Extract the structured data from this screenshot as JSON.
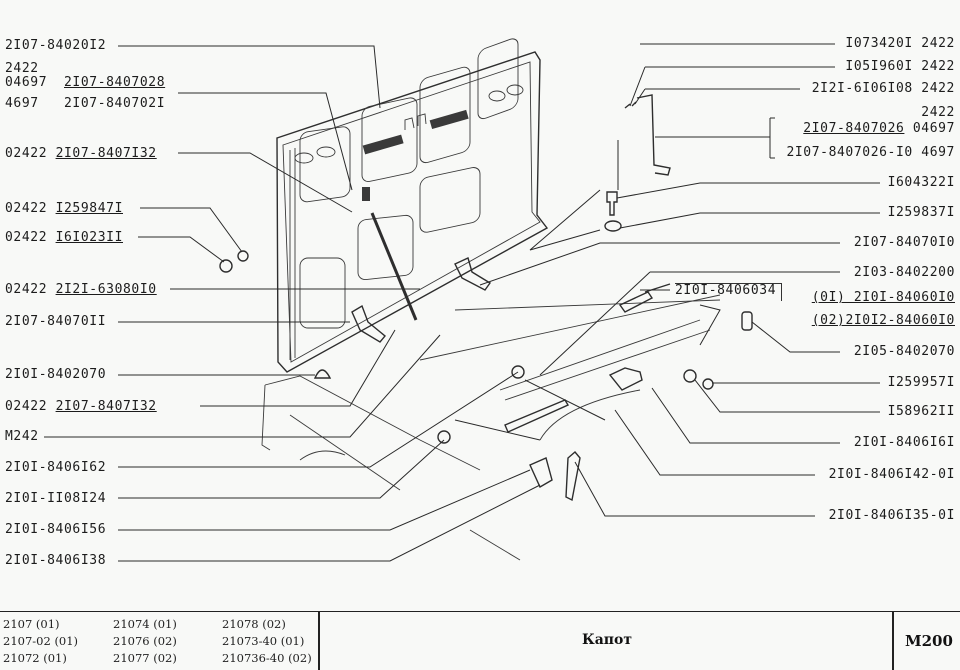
{
  "diagram": {
    "subject": "Hood (Капот) assembly exploded view",
    "left_labels": [
      {
        "id": "l1",
        "prefix": "",
        "part": "2I07-84020I2",
        "struck": false
      },
      {
        "id": "l2a",
        "prefix": "2422",
        "part": "",
        "struck": false
      },
      {
        "id": "l2b",
        "prefix": "04697",
        "part": "2I07-8407028",
        "struck": true
      },
      {
        "id": "l2c",
        "prefix": "4697",
        "part": "2I07-840702I",
        "struck": false
      },
      {
        "id": "l3",
        "prefix": "02422",
        "part": "2I07-8407I32",
        "struck": true
      },
      {
        "id": "l4",
        "prefix": "02422",
        "part": "I259847I",
        "struck": true
      },
      {
        "id": "l5",
        "prefix": "02422",
        "part": "I6I023II",
        "struck": true
      },
      {
        "id": "l6",
        "prefix": "02422",
        "part": "2I2I-63080I0",
        "struck": true
      },
      {
        "id": "l7",
        "prefix": "",
        "part": "2I07-84070II",
        "struck": false
      },
      {
        "id": "l8",
        "prefix": "",
        "part": "2I0I-8402070",
        "struck": false
      },
      {
        "id": "l9",
        "prefix": "02422",
        "part": "2I07-8407I32",
        "struck": true
      },
      {
        "id": "l10",
        "prefix": "",
        "part": "M242",
        "struck": false
      },
      {
        "id": "l11",
        "prefix": "",
        "part": "2I0I-8406I62",
        "struck": false
      },
      {
        "id": "l12",
        "prefix": "",
        "part": "2I0I-II08I24",
        "struck": false
      },
      {
        "id": "l13",
        "prefix": "",
        "part": "2I0I-8406I56",
        "struck": false
      },
      {
        "id": "l14",
        "prefix": "",
        "part": "2I0I-8406I38",
        "struck": false
      }
    ],
    "right_labels": [
      {
        "id": "r1",
        "part": "I073420I",
        "suffix": "2422",
        "struck": false
      },
      {
        "id": "r2",
        "part": "I05I960I",
        "suffix": "2422",
        "struck": false
      },
      {
        "id": "r3",
        "part": "2I2I-6I06I08",
        "suffix": "2422",
        "struck": false
      },
      {
        "id": "r4a",
        "part": "",
        "suffix": "2422",
        "struck": false
      },
      {
        "id": "r4b",
        "part": "2I07-8407026",
        "suffix": "04697",
        "struck": true
      },
      {
        "id": "r4c",
        "part": "2I07-8407026-I0",
        "suffix": "4697",
        "struck": false
      },
      {
        "id": "r5",
        "part": "I604322I",
        "suffix": "",
        "struck": false
      },
      {
        "id": "r6",
        "part": "I259837I",
        "suffix": "",
        "struck": false
      },
      {
        "id": "r7",
        "part": "2I07-84070I0",
        "suffix": "",
        "struck": false
      },
      {
        "id": "r8",
        "part": "2I03-8402200",
        "suffix": "",
        "struck": false
      },
      {
        "id": "r9",
        "part": "2I0I-8406034",
        "suffix": "",
        "struck": false
      },
      {
        "id": "r10a",
        "part": "(0I) 2I0I-84060I0",
        "suffix": "",
        "struck": false
      },
      {
        "id": "r10b",
        "part": "(02)2I0I2-84060I0",
        "suffix": "",
        "struck": false
      },
      {
        "id": "r11",
        "part": "2I05-8402070",
        "suffix": "",
        "struck": false
      },
      {
        "id": "r12",
        "part": "I259957I",
        "suffix": "",
        "struck": false
      },
      {
        "id": "r13",
        "part": "I58962II",
        "suffix": "",
        "struck": false
      },
      {
        "id": "r14",
        "part": "2I0I-8406I6I",
        "suffix": "",
        "struck": false
      },
      {
        "id": "r15",
        "part": "2I0I-8406I42-0I",
        "suffix": "",
        "struck": false
      },
      {
        "id": "r16",
        "part": "2I0I-8406I35-0I",
        "suffix": "",
        "struck": false
      }
    ]
  },
  "footer": {
    "models": [
      [
        "2107 (01)",
        "21074 (01)",
        "21078 (02)"
      ],
      [
        "2107-02 (01)",
        "21076 (02)",
        "21073-40 (01)"
      ],
      [
        "21072 (01)",
        "21077 (02)",
        "210736-40 (02)"
      ]
    ],
    "title": "Капот",
    "code": "M200"
  }
}
